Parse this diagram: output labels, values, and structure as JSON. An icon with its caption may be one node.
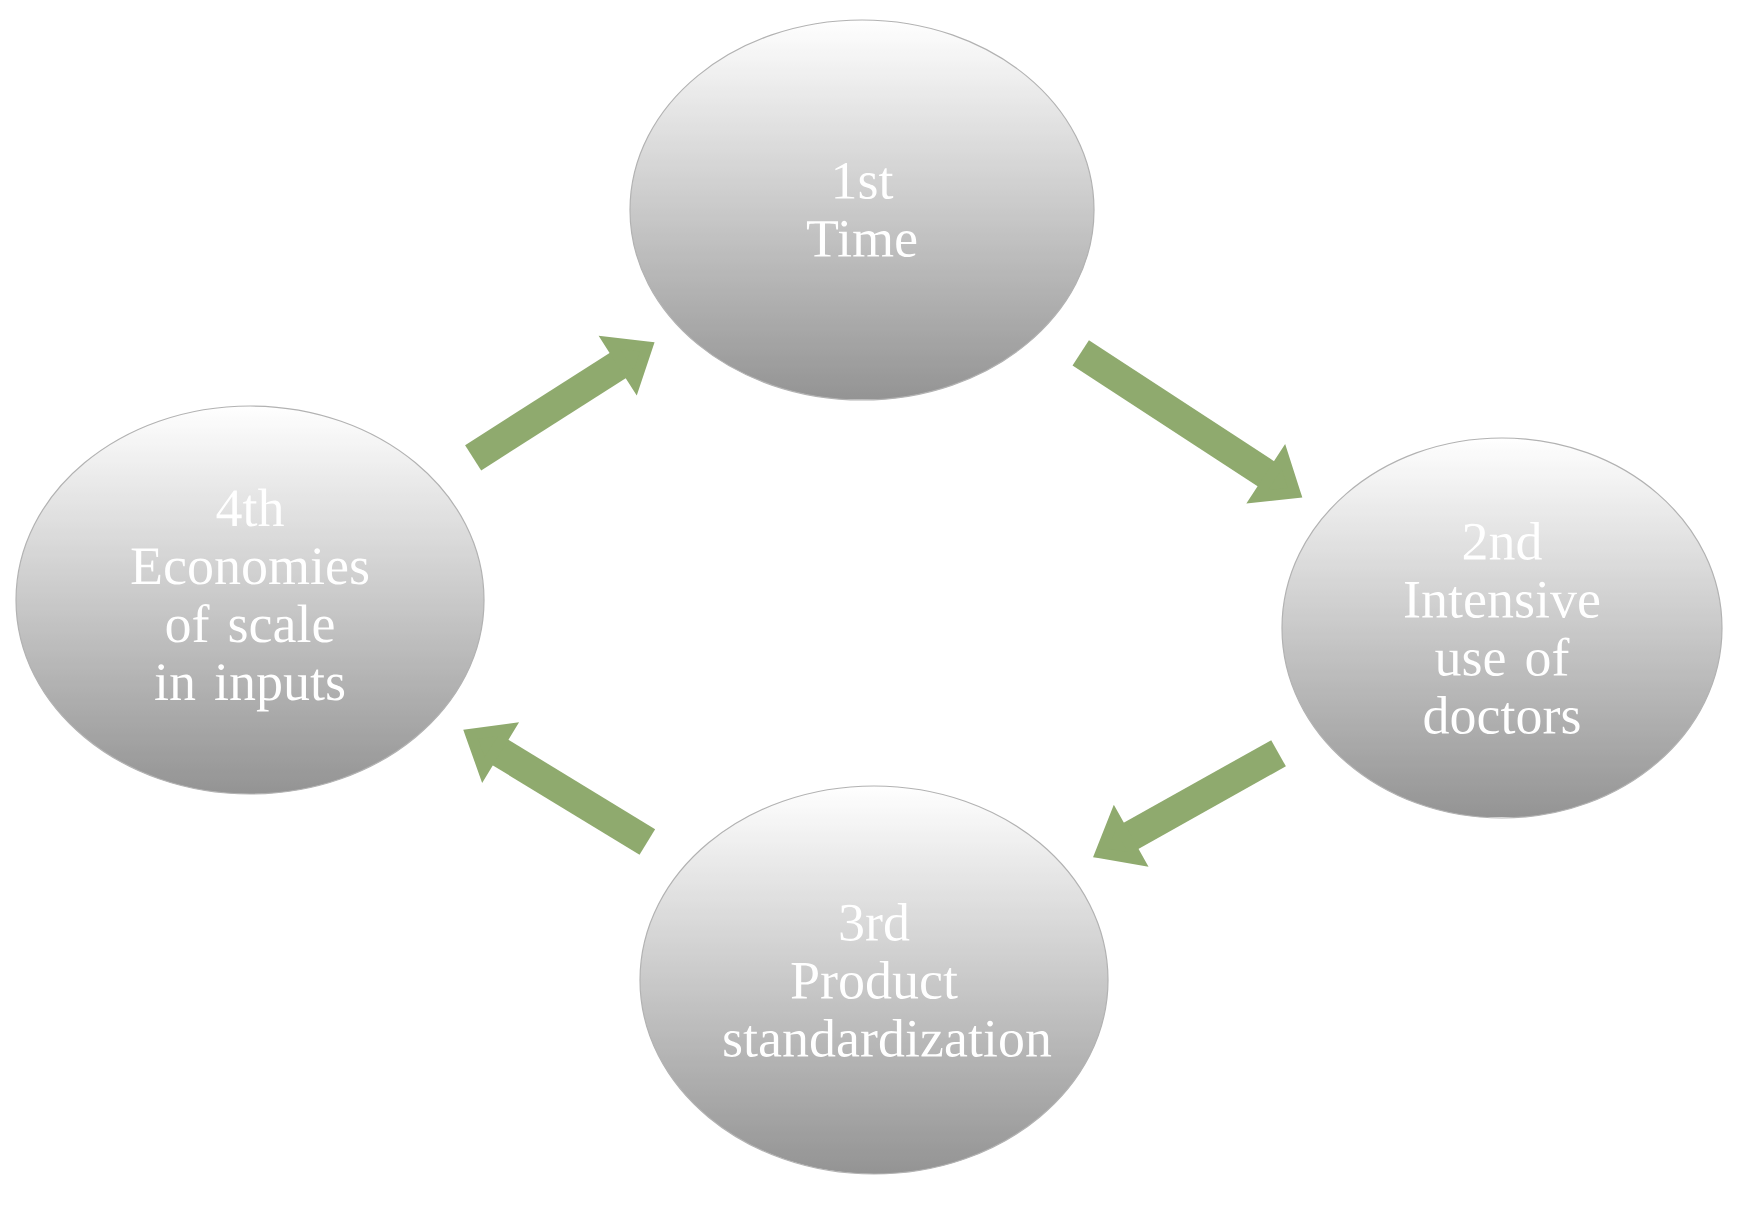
{
  "diagram": {
    "nodes": [
      {
        "text": [
          "1st",
          "Time"
        ]
      },
      {
        "text": [
          "2nd",
          "Intensive use of doctors"
        ]
      },
      {
        "text": [
          "3rd",
          "Product standardization"
        ]
      },
      {
        "text": [
          "4th",
          "Economies of scale in inputs"
        ]
      }
    ],
    "edges": [
      {
        "from": 0,
        "to": 1,
        "arrow": "to"
      },
      {
        "from": 1,
        "to": 2,
        "arrow": "to"
      },
      {
        "from": 2,
        "to": 3,
        "arrow": "to"
      },
      {
        "from": 3,
        "to": 0,
        "arrow": "to"
      }
    ]
  }
}
